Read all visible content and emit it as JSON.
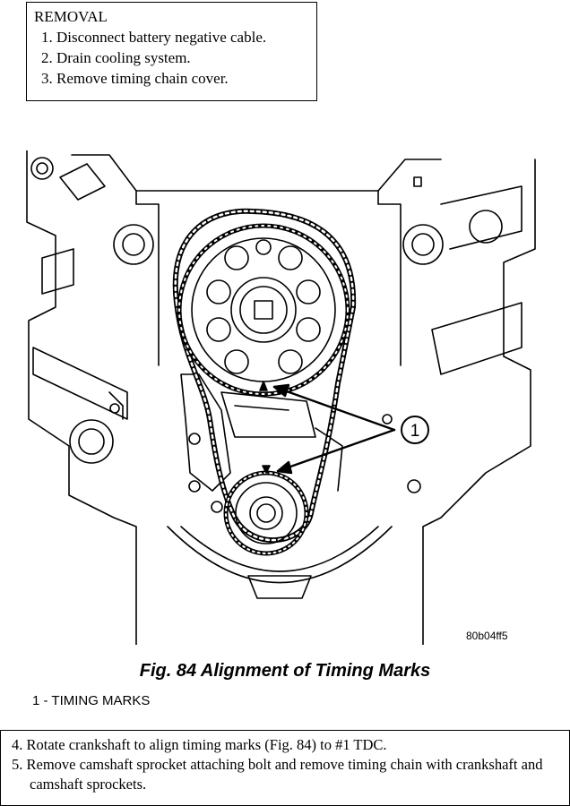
{
  "removal": {
    "heading": "REMOVAL",
    "steps": [
      "1. Disconnect battery negative cable.",
      "2. Drain cooling system.",
      "3. Remove timing chain cover."
    ]
  },
  "figure": {
    "code": "80b04ff5",
    "callout": "1",
    "caption": "Fig. 84 Alignment of Timing Marks",
    "legend": "1 - TIMING MARKS"
  },
  "install": {
    "steps": [
      "4. Rotate crankshaft to align timing marks (Fig. 84) to #1 TDC.",
      "5. Remove camshaft sprocket attaching bolt and remove timing chain with crankshaft and camshaft sprockets."
    ]
  }
}
